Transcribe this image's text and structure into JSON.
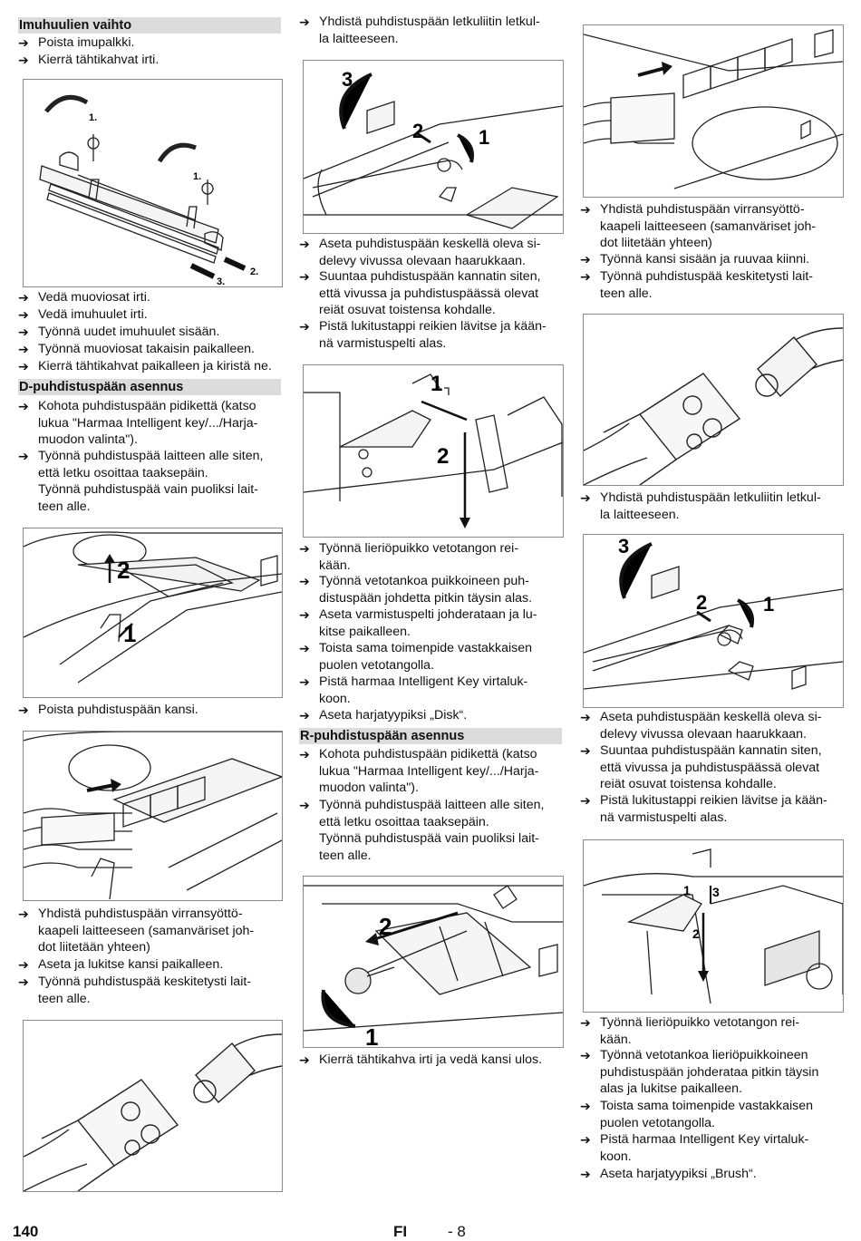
{
  "col1": {
    "heading1": "Imuhuulien vaihto",
    "steps_a": [
      "Poista imupalkki.",
      "Kierrä tähtikahvat irti."
    ],
    "fig1_labels": [
      "1.",
      "1.",
      "2.",
      "3."
    ],
    "steps_b": [
      "Vedä muoviosat irti.",
      "Vedä imuhuulet irti.",
      "Työnnä uudet imuhuulet sisään.",
      "Työnnä muoviosat takaisin paikalleen.",
      "Kierrä tähtikahvat paikalleen ja kiristä ne."
    ],
    "heading2": "D-puhdistuspään asennus",
    "steps_c": [
      "Kohota puhdistuspään pidikettä (katso\nlukua \"Harmaa Intelligent key/.../Harja-\nmuodon valinta\").",
      "Työnnä puhdistuspää laitteen alle siten,\nettä letku osoittaa taaksepäin.\nTyönnä puhdistuspää vain puoliksi lait-\nteen alle."
    ],
    "fig2_labels": [
      "2",
      "1"
    ],
    "steps_d": [
      "Poista puhdistuspään kansi."
    ],
    "steps_e": [
      "Yhdistä puhdistuspään virransyöttö-\nkaapeli laitteeseen (samanväriset joh-\ndot liitetään yhteen)",
      "Aseta ja lukitse kansi paikalleen.",
      "Työnnä puhdistuspää keskitetysti lait-\nteen alle."
    ]
  },
  "col2": {
    "steps_a": [
      "Yhdistä puhdistuspään letkuliitin letkul-\nla laitteeseen."
    ],
    "fig1_labels": [
      "3",
      "2",
      "1"
    ],
    "steps_b": [
      "Aseta puhdistuspään keskellä oleva si-\ndelevy vivussa olevaan haarukkaan.",
      "Suuntaa puhdistuspään kannatin siten,\nettä vivussa ja puhdistuspäässä olevat\nreiät osuvat toistensa kohdalle.",
      "Pistä lukitustappi reikien lävitse ja kään-\nnä varmistuspelti alas."
    ],
    "fig2_labels": [
      "1",
      "2"
    ],
    "steps_c": [
      "Työnnä lieriöpuikko vetotangon rei-\nkään.",
      "Työnnä vetotankoa puikkoineen puh-\ndistuspään johdetta pitkin täysin alas.",
      "Aseta varmistuspelti johderataan ja lu-\nkitse paikalleen.",
      "Toista sama toimenpide vastakkaisen\npuolen vetotangolla.",
      "Pistä harmaa Intelligent Key virtaluk-\nkoon.",
      "Aseta harjatyypiksi „Disk“."
    ],
    "heading": "R-puhdistuspään asennus",
    "steps_d": [
      "Kohota puhdistuspään pidikettä (katso\nlukua \"Harmaa Intelligent key/.../Harja-\nmuodon valinta\").",
      "Työnnä puhdistuspää laitteen alle siten,\nettä letku osoittaa taaksepäin.\nTyönnä puhdistuspää vain puoliksi lait-\nteen alle."
    ],
    "fig3_labels": [
      "2",
      "1"
    ],
    "steps_e": [
      "Kierrä tähtikahva irti ja vedä kansi ulos."
    ]
  },
  "col3": {
    "steps_a": [
      "Yhdistä puhdistuspään virransyöttö-\nkaapeli laitteeseen (samanväriset joh-\ndot liitetään yhteen)",
      "Työnnä kansi sisään ja ruuvaa kiinni.",
      "Työnnä puhdistuspää keskitetysti lait-\nteen alle."
    ],
    "steps_b": [
      "Yhdistä puhdistuspään letkuliitin letkul-\nla laitteeseen."
    ],
    "fig3_labels": [
      "3",
      "2",
      "1"
    ],
    "steps_c": [
      "Aseta puhdistuspään keskellä oleva si-\ndelevy vivussa olevaan haarukkaan.",
      "Suuntaa puhdistuspään kannatin siten,\nettä vivussa ja puhdistuspäässä olevat\nreiät osuvat toistensa kohdalle.",
      "Pistä lukitustappi reikien lävitse ja kään-\nnä varmistuspelti alas."
    ],
    "fig4_labels": [
      "1",
      "3",
      "2"
    ],
    "steps_d": [
      "Työnnä lieriöpuikko vetotangon rei-\nkään.",
      "Työnnä vetotankoa lieriöpuikkoineen\npuhdistuspään johderataa pitkin täysin\nalas ja lukitse paikalleen.",
      "Toista sama toimenpide vastakkaisen\npuolen vetotangolla.",
      "Pistä harmaa Intelligent Key virtaluk-\nkoon.",
      "Aseta harjatyypiksi „Brush“."
    ]
  },
  "footer": {
    "page_number": "140",
    "language": "FI",
    "page_ref": "- 8"
  },
  "bullet_symbol": "➔"
}
